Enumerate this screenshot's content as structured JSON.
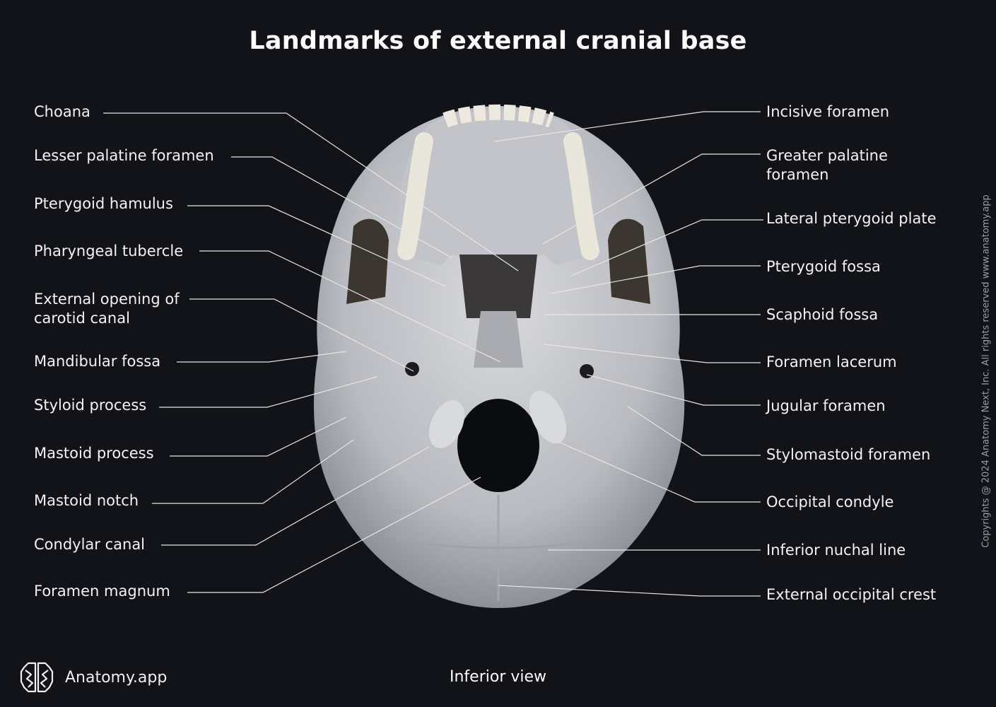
{
  "title": "Landmarks of external cranial base",
  "view_label": "Inferior view",
  "brand": "Anatomy.app",
  "copyright": "Copyrights @ 2024 Anatomy Next, Inc. All rights reserved www.anatomy.app",
  "colors": {
    "background": "#111318",
    "bone": "#c9cbd0",
    "text": "#ffffff",
    "leader_line": "#e6e6e6"
  },
  "labels_left": [
    "Choana",
    "Lesser palatine foramen",
    "Pterygoid hamulus",
    "Pharyngeal tubercle",
    "External opening of carotid canal",
    "Mandibular fossa",
    "Styloid process",
    "Mastoid process",
    "Mastoid notch",
    "Condylar canal",
    "Foramen magnum"
  ],
  "labels_right": [
    "Incisive foramen",
    "Greater palatine foramen",
    "Lateral pterygoid plate",
    "Pterygoid fossa",
    "Scaphoid fossa",
    "Foramen lacerum",
    "Jugular foramen",
    "Stylomastoid foramen",
    "Occipital condyle",
    "Inferior nuchal line",
    "External occipital crest"
  ]
}
